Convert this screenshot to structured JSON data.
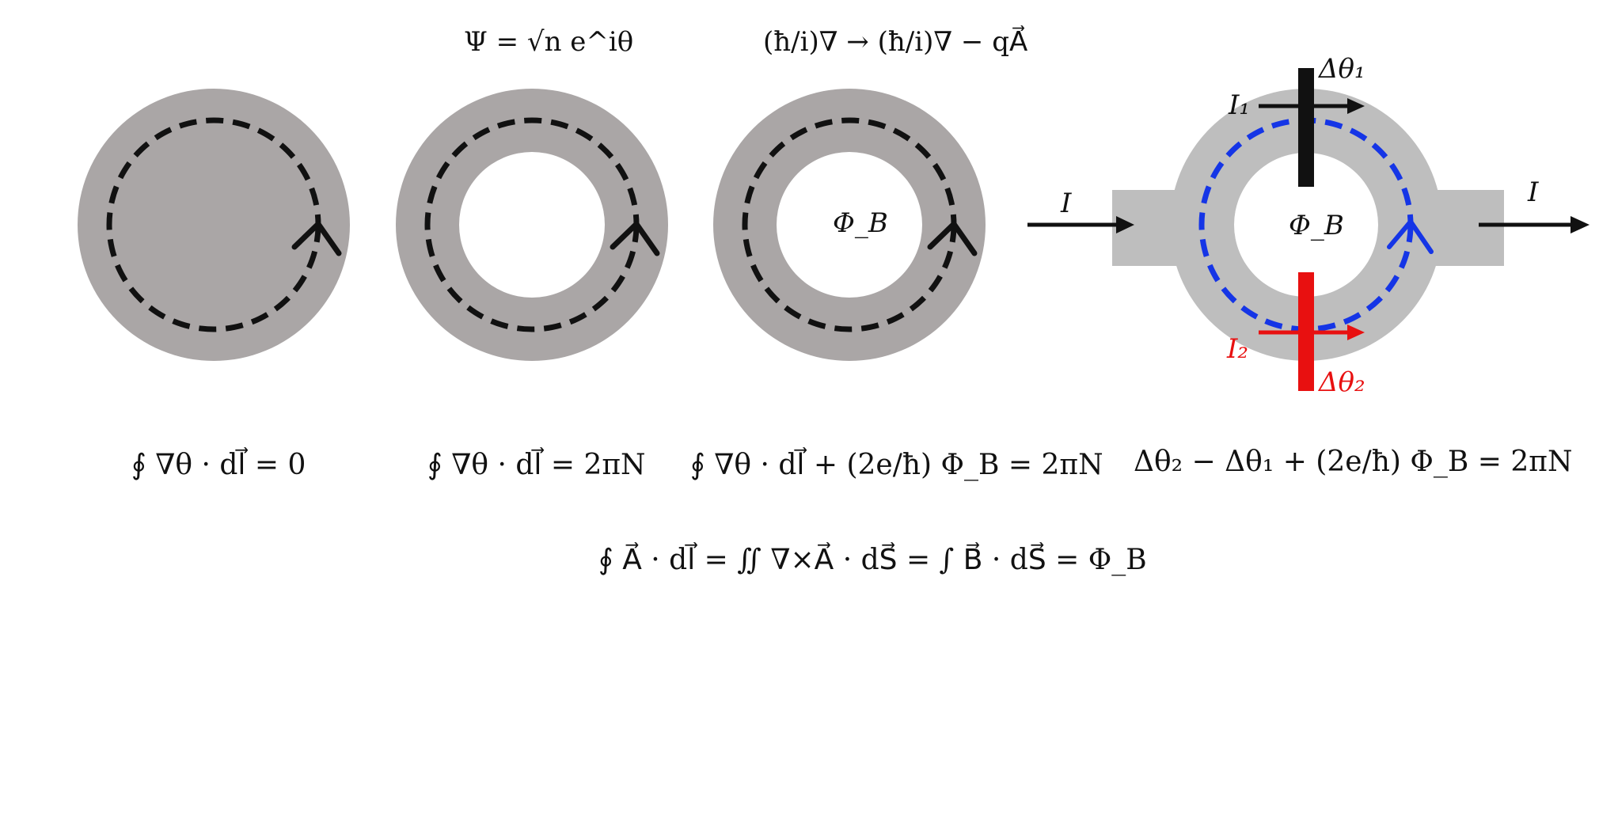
{
  "colors": {
    "disk_fill": "#aaa6a6",
    "squid_fill": "#bebebe",
    "dash": "#111111",
    "blue_loop": "#1535e6",
    "junction_1": "#111111",
    "junction_2": "#e81010",
    "label_red": "#e81010"
  },
  "top": {
    "wavefunction": "Ψ = √n e^iθ",
    "minimal_coupling": "(ħ/i)∇ → (ħ/i)∇ − qA⃗"
  },
  "panels": {
    "flux_label": "Φ_B"
  },
  "squid": {
    "current_in": "I",
    "current_out": "I",
    "current_top": "I₁",
    "current_bottom": "I₂",
    "phase_top": "Δθ₁",
    "phase_bottom": "Δθ₂",
    "flux": "Φ_B"
  },
  "equations": {
    "eq1": "∮ ∇θ · dl⃗ = 0",
    "eq2": "∮ ∇θ · dl⃗ = 2πN",
    "eq3": "∮ ∇θ · dl⃗ + (2e/ħ) Φ_B = 2πN",
    "eq4": "Δθ₂ − Δθ₁ + (2e/ħ) Φ_B = 2πN",
    "eq5": "∮ A⃗ · dl⃗ = ∬ ∇×A⃗ · dS⃗ = ∫ B⃗ · dS⃗ = Φ_B"
  }
}
